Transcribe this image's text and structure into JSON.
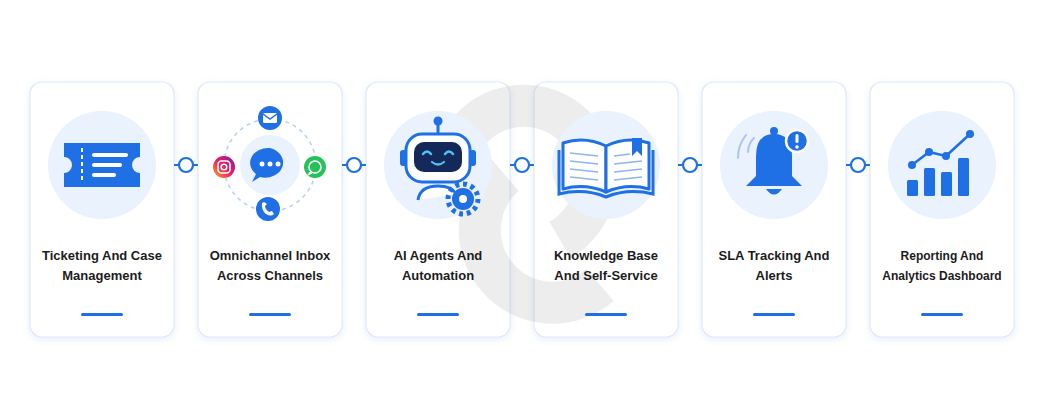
{
  "diagram": {
    "nodes": [
      {
        "text": [
          "Ticketing And Case Management"
        ]
      },
      {
        "text": [
          "Omnichannel Inbox Across Channels"
        ]
      },
      {
        "text": [
          "AI Agents And Automation"
        ]
      },
      {
        "text": [
          "Knowledge Base And Self-Service"
        ]
      },
      {
        "text": [
          "SLA Tracking And Alerts"
        ]
      },
      {
        "text": [
          "Reporting And Analytics Dashboard"
        ]
      }
    ],
    "edges": [
      {
        "from": 0,
        "to": 1,
        "arrow": "none"
      },
      {
        "from": 1,
        "to": 2,
        "arrow": "none"
      },
      {
        "from": 2,
        "to": 3,
        "arrow": "none"
      },
      {
        "from": 3,
        "to": 4,
        "arrow": "none"
      },
      {
        "from": 4,
        "to": 5,
        "arrow": "none"
      }
    ]
  }
}
